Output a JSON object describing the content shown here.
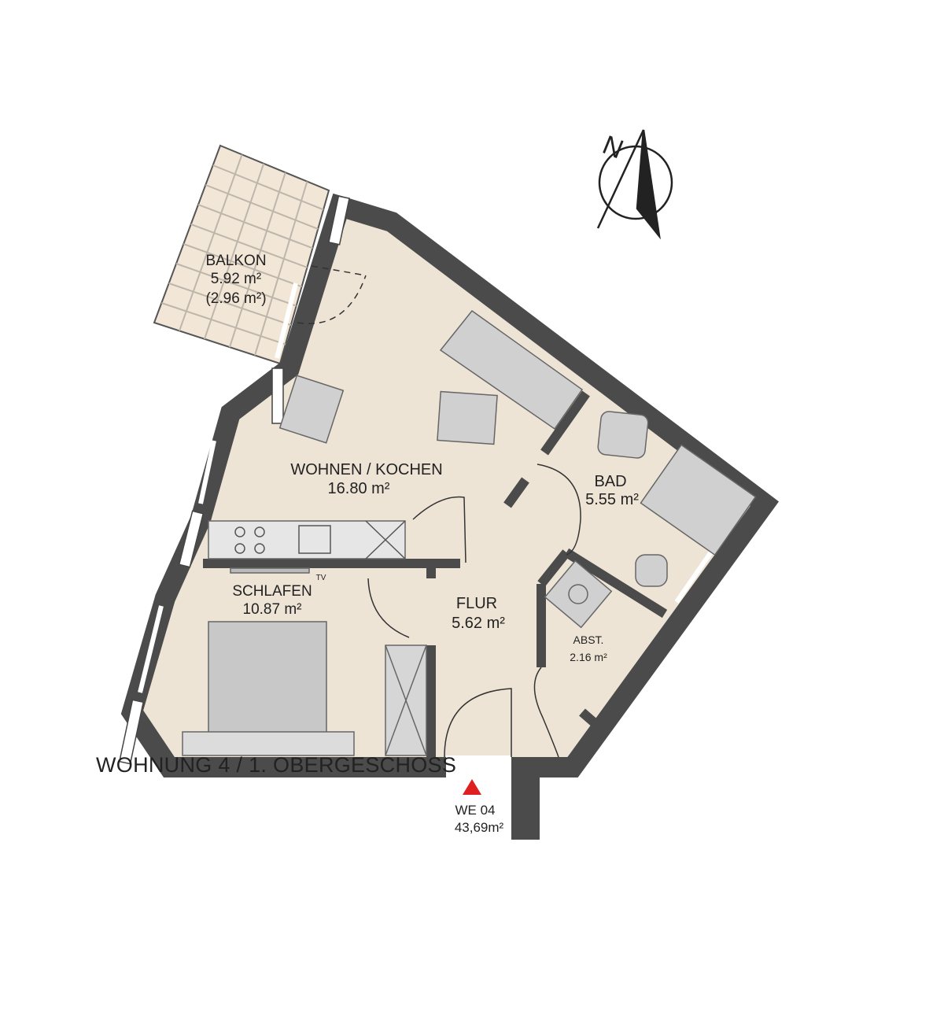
{
  "plan": {
    "title": "WOHNUNG 4 / 1. OBERGESCHOSS",
    "unit": {
      "name": "WE 04",
      "area": "43,69m²"
    },
    "rooms": {
      "balkon": {
        "name": "BALKON",
        "area": "5.92 m²",
        "area_net": "(2.96 m²)"
      },
      "wohnen": {
        "name": "WOHNEN / KOCHEN",
        "area": "16.80 m²"
      },
      "bad": {
        "name": "BAD",
        "area": "5.55 m²"
      },
      "schlafen": {
        "name": "SCHLAFEN",
        "area": "10.87 m²"
      },
      "flur": {
        "name": "FLUR",
        "area": "5.62 m²"
      },
      "abst": {
        "name": "ABST.",
        "area": "2.16 m²"
      }
    },
    "tv_label": "TV",
    "compass_letter": "N",
    "colors": {
      "floor": "#ede4d5",
      "wall": "#4b4b4b",
      "furniture": "#c9c9c9",
      "entry_marker": "#e02020"
    }
  }
}
